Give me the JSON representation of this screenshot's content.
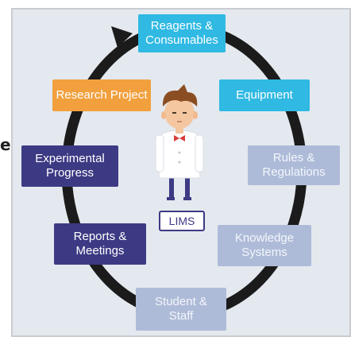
{
  "edge_letter": "e",
  "center_label": "LIMS",
  "nodes": {
    "reagents": "Reagents &\nConsumables",
    "equipment": "Equipment",
    "rules": "Rules &\nRegulations",
    "knowledge": "Knowledge\nSystems",
    "student": "Student &\nStaff",
    "reports": "Reports &\nMeetings",
    "experimental": "Experimental\nProgress",
    "research": "Research Project"
  },
  "colors": {
    "cyan": "#2fb9e3",
    "orange": "#f2a03d",
    "navy": "#3d3a84",
    "light": "#aebbd8",
    "loop": "#1b1b1b",
    "panel": "#e4e9ef"
  }
}
